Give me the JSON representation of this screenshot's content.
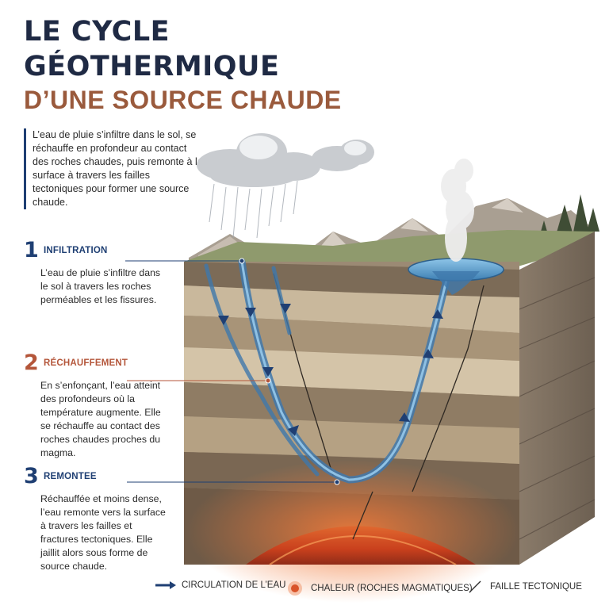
{
  "title": {
    "line1": "LE CYCLE",
    "line2": "GÉOTHERMIQUE",
    "line3": "D’UNE SOURCE CHAUDE"
  },
  "intro": "L’eau de pluie s’infiltre dans le sol, se réchauffe en profondeur au contact des roches chaudes, puis remonte à la surface à travers les failles tectoniques pour former une source chaude.",
  "steps": [
    {
      "number": "1",
      "heading": "INFILTRATION",
      "description": "L’eau de pluie s’infiltre dans le sol à travers les roches perméables et les fissures."
    },
    {
      "number": "2",
      "heading": "RÉCHAUFFEMENT",
      "description": "En s’enfonçant, l’eau atteint des profondeurs où la température augmente. Elle se réchauffe au contact des roches chaudes proches du magma."
    },
    {
      "number": "3",
      "heading": "REMONTEE",
      "description": "Réchauffée et moins dense, l’eau remonte vers la surface à travers les failles et fractures tectoniques. Elle jaillit alors sous forme de source chaude."
    }
  ],
  "legend": {
    "water": "CIRCULATION DE L’EAU",
    "heat": "CHALEUR (ROCHES MAGMATIQUES)",
    "fault": "FAILLE TECTONIQUE"
  },
  "colors": {
    "navy": "#1f3f73",
    "rust": "#b4563a",
    "water": "#4f86b8",
    "magma": "#d9542a"
  }
}
